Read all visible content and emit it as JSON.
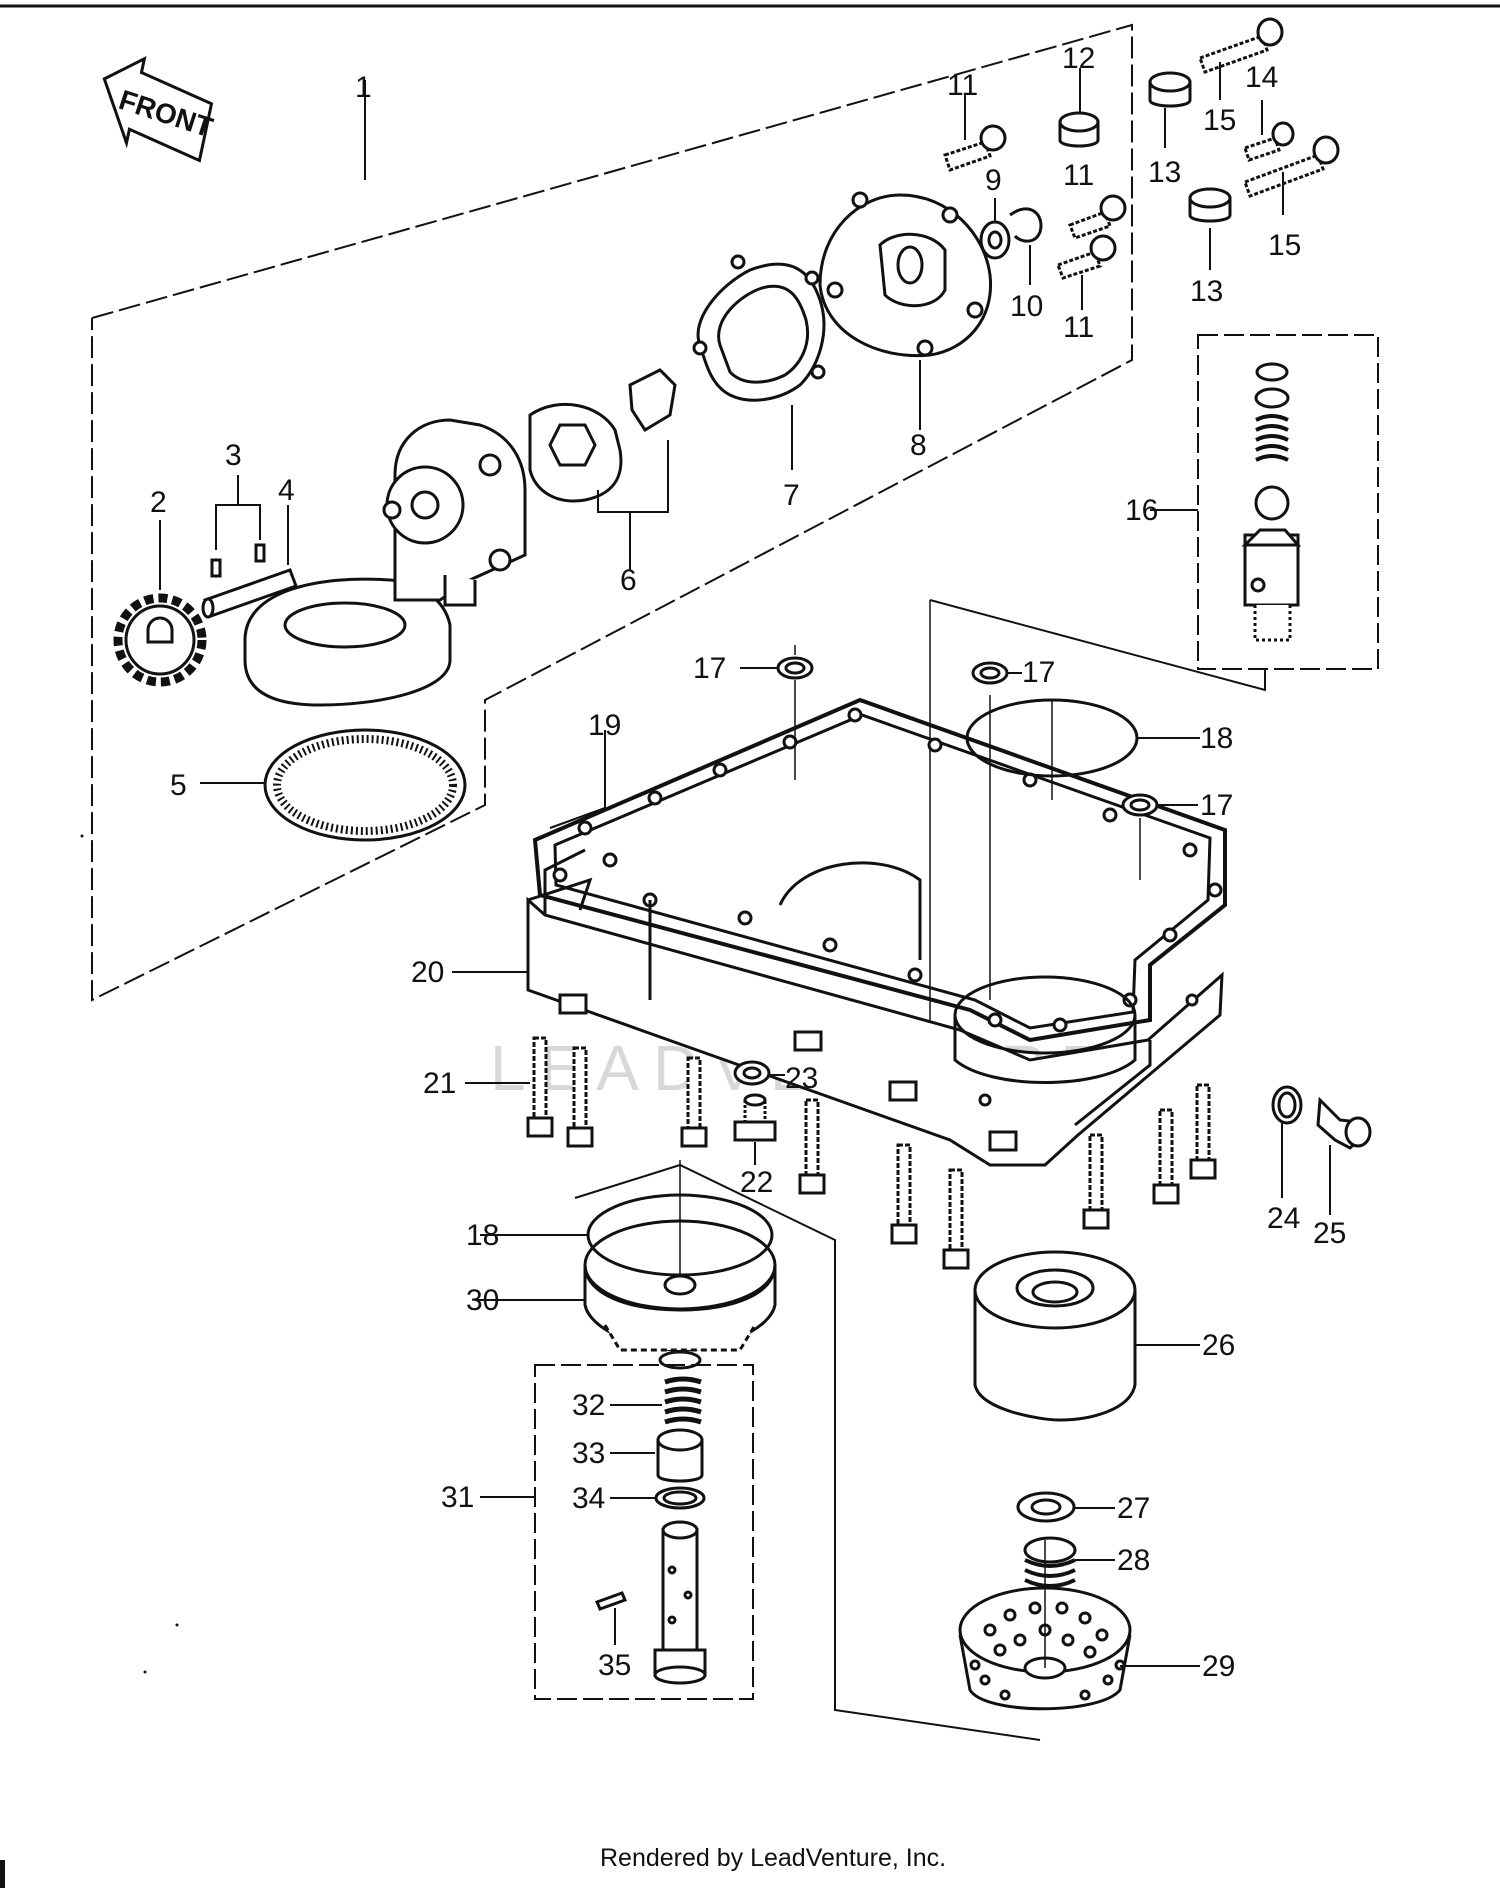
{
  "direction_label": "FRONT",
  "watermark": "LEADVENTURE",
  "credit": "Rendered by LeadVenture, Inc.",
  "callouts": {
    "c1": "1",
    "c2": "2",
    "c3": "3",
    "c4": "4",
    "c5": "5",
    "c6": "6",
    "c7": "7",
    "c8": "8",
    "c9": "9",
    "c10": "10",
    "c11a": "11",
    "c11b": "11",
    "c11c": "11",
    "c12": "12",
    "c13a": "13",
    "c13b": "13",
    "c14": "14",
    "c15a": "15",
    "c15b": "15",
    "c16": "16",
    "c17a": "17",
    "c17b": "17",
    "c17c": "17",
    "c18a": "18",
    "c18b": "18",
    "c19": "19",
    "c20": "20",
    "c21": "21",
    "c22": "22",
    "c23": "23",
    "c24": "24",
    "c25": "25",
    "c26": "26",
    "c27": "27",
    "c28": "28",
    "c29": "29",
    "c30": "30",
    "c31": "31",
    "c32": "32",
    "c33": "33",
    "c34": "34",
    "c35": "35"
  }
}
